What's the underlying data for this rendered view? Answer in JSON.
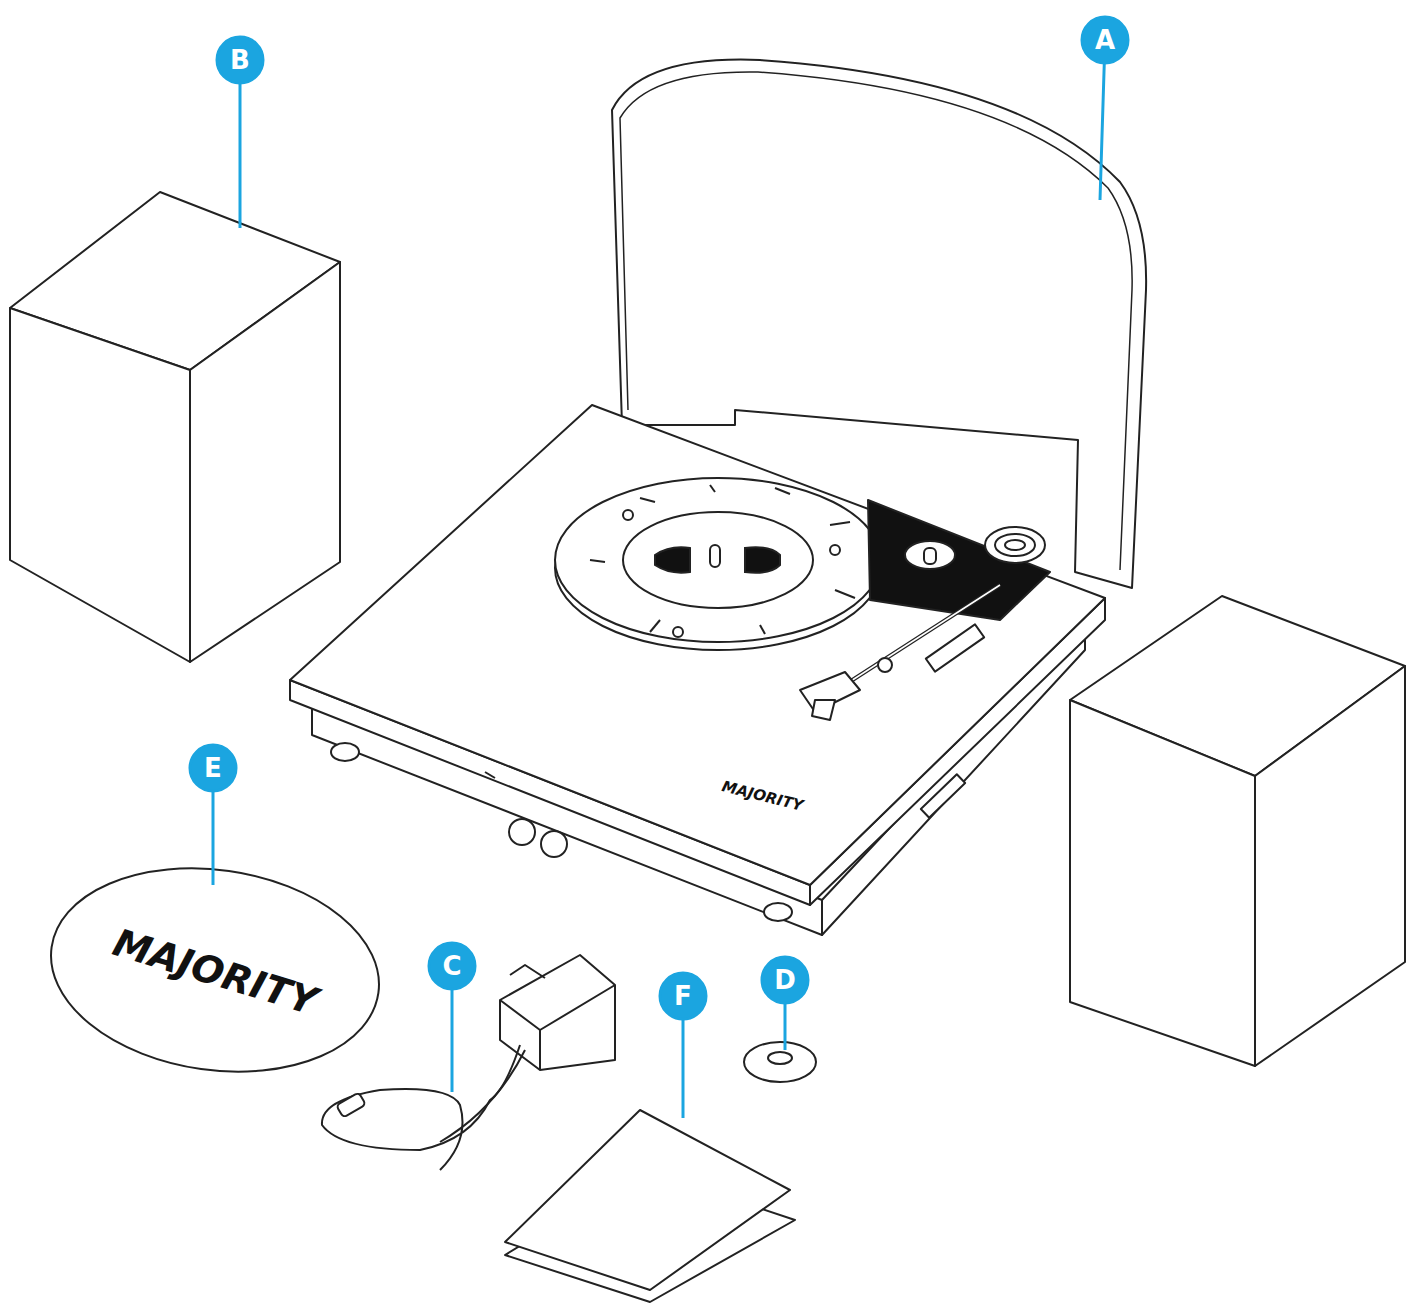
{
  "diagram": {
    "labels": [
      "A",
      "B",
      "E",
      "MAJORITY",
      "MAJORITY",
      "C",
      "D",
      "F"
    ]
  }
}
